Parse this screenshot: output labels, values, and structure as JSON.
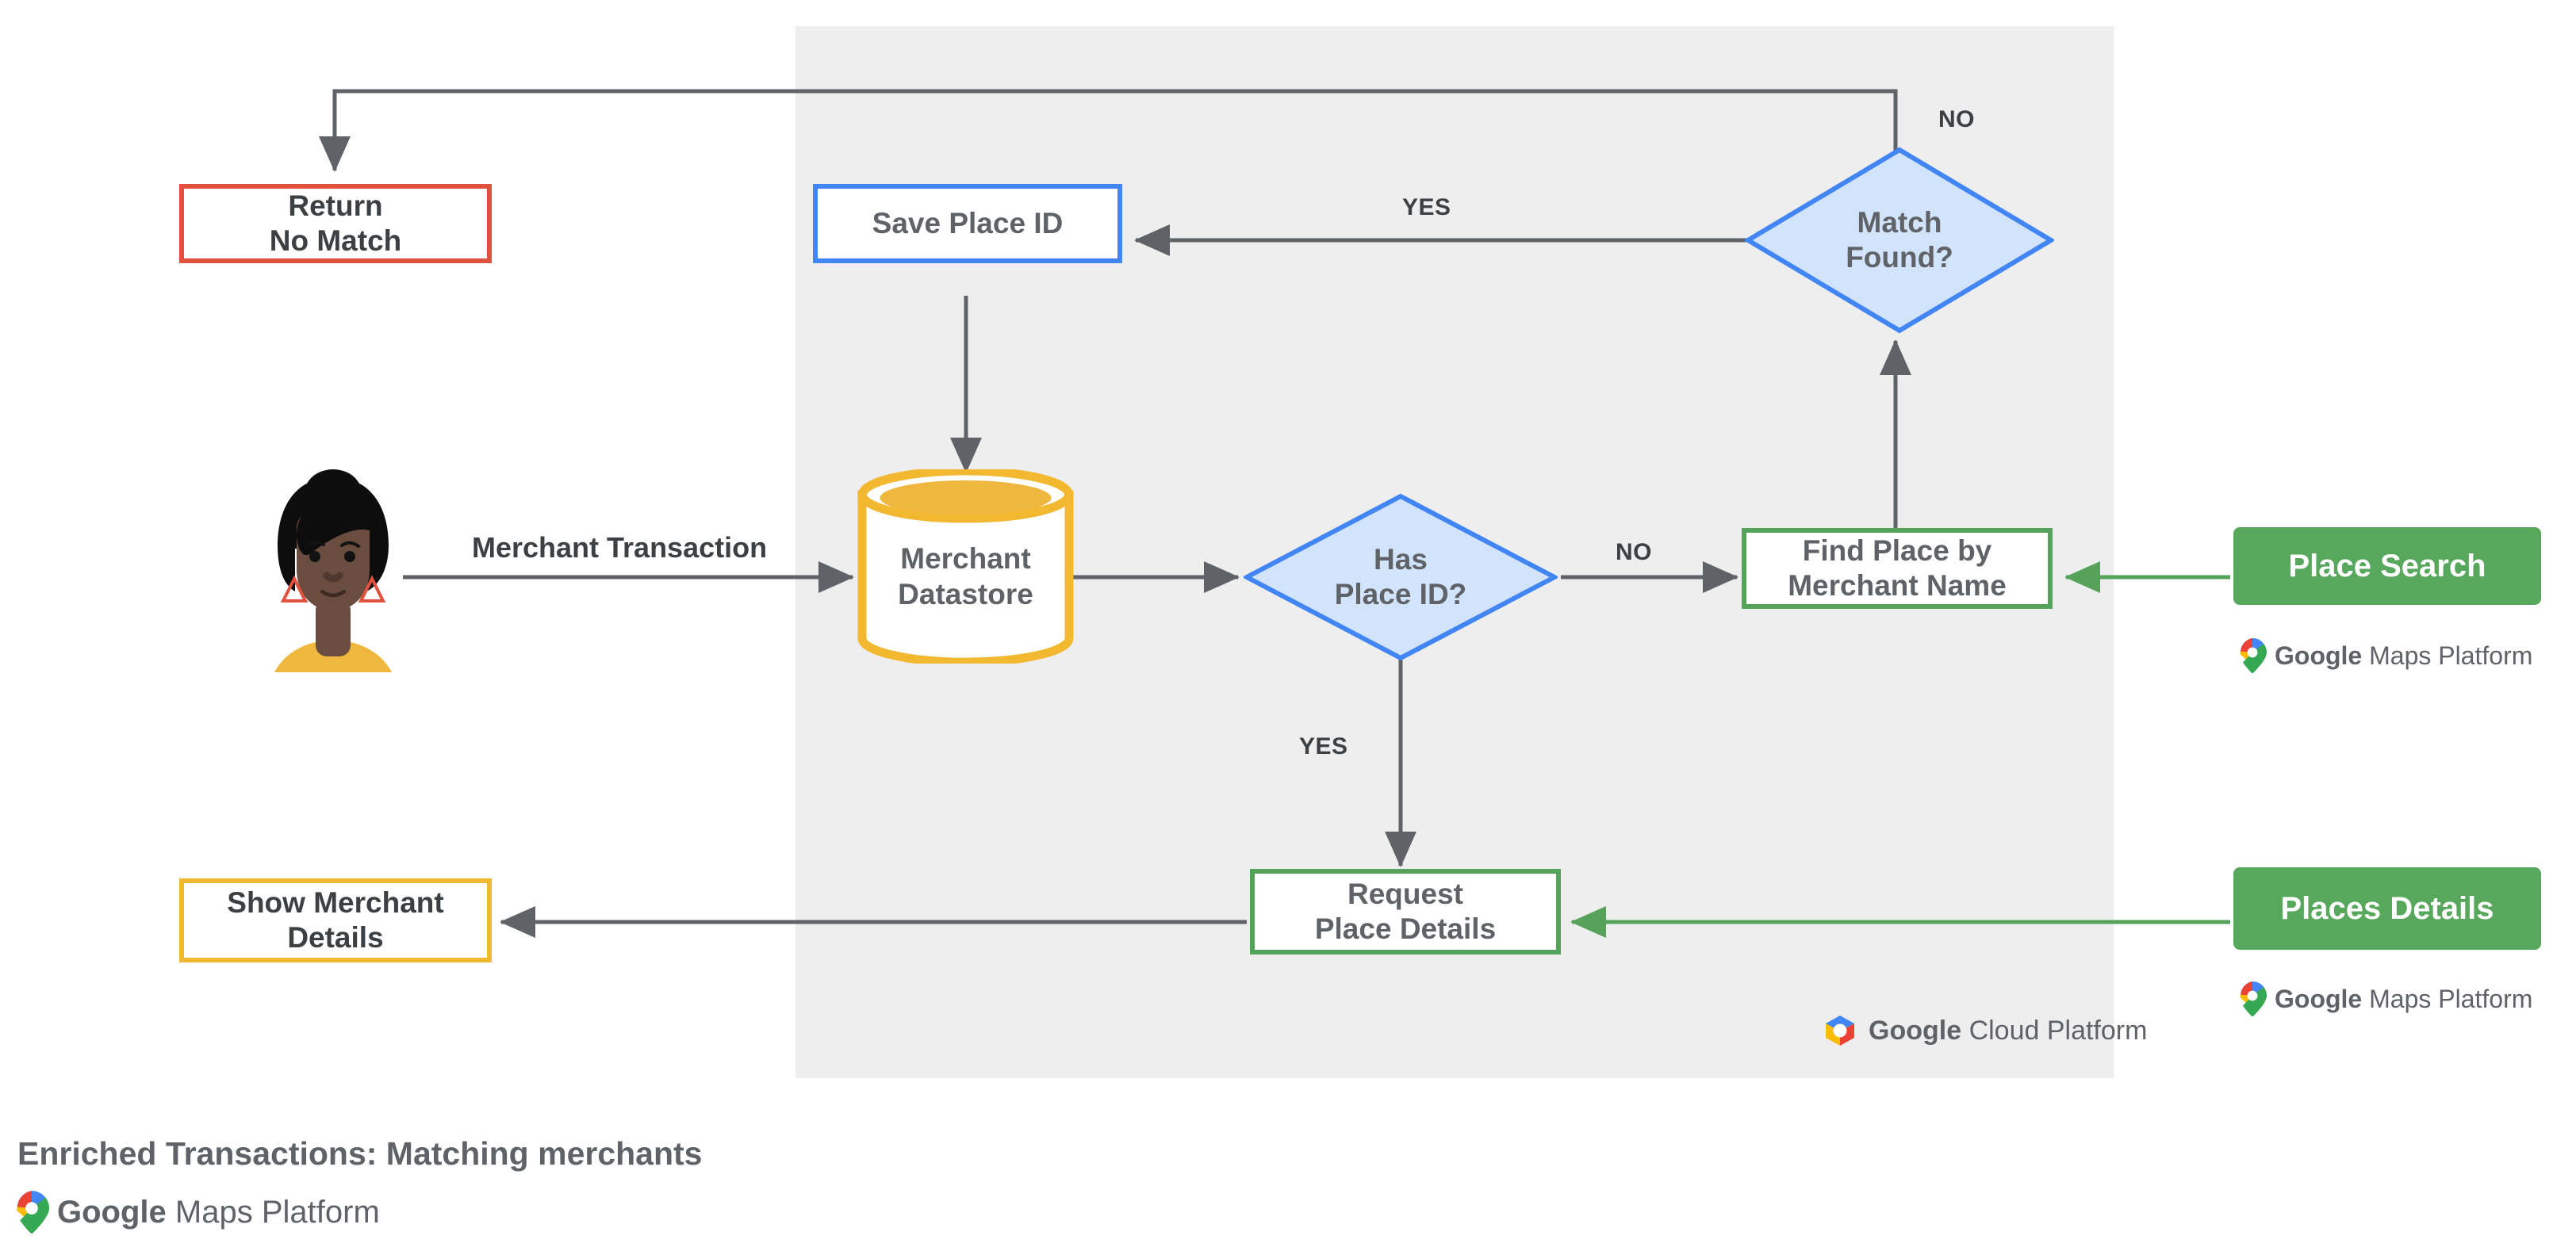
{
  "caption": {
    "title": "Enriched Transactions: Matching merchants",
    "logo": {
      "brand": "Google",
      "suffix": "Maps Platform",
      "icon": "google-maps-pin-icon"
    }
  },
  "platform_panel": {
    "footer_logo": {
      "brand": "Google",
      "suffix": "Cloud Platform",
      "icon": "google-cloud-hexagon-icon"
    }
  },
  "actor": {
    "icon": "user-avatar-illustration",
    "flow_label": "Merchant Transaction"
  },
  "nodes": {
    "return_no_match": {
      "label": "Return\nNo Match",
      "shape": "rect",
      "color": "#e0523e"
    },
    "save_place_id": {
      "label": "Save Place ID",
      "shape": "rect",
      "color": "#4285f4"
    },
    "match_found": {
      "label": "Match\nFound?",
      "shape": "diamond",
      "color": "#4285f4",
      "fill": "#d2e3fc"
    },
    "merchant_datastore": {
      "label": "Merchant\nDatastore",
      "shape": "cylinder",
      "color": "#f2b830"
    },
    "has_place_id": {
      "label": "Has\nPlace ID?",
      "shape": "diamond",
      "color": "#4285f4",
      "fill": "#d2e3fc"
    },
    "find_place_by_merchant_name": {
      "label": "Find Place by\nMerchant Name",
      "shape": "rect",
      "color": "#55a35b"
    },
    "request_place_details": {
      "label": "Request\nPlace Details",
      "shape": "rect",
      "color": "#55a35b"
    },
    "show_merchant_details": {
      "label": "Show Merchant\nDetails",
      "shape": "rect",
      "color": "#f2b830"
    }
  },
  "api_chips": [
    {
      "id": "place-search",
      "label": "Place Search",
      "color": "#57a75c",
      "logo": {
        "brand": "Google",
        "suffix": "Maps Platform",
        "icon": "google-maps-pin-icon"
      }
    },
    {
      "id": "places-details",
      "label": "Places Details",
      "color": "#57a75c",
      "logo": {
        "brand": "Google",
        "suffix": "Maps Platform",
        "icon": "google-maps-pin-icon"
      }
    }
  ],
  "edge_labels": {
    "match_found_no": "NO",
    "match_found_yes": "YES",
    "has_place_id_no": "NO",
    "has_place_id_yes": "YES"
  },
  "colors": {
    "panel_bg": "#eeeeee",
    "connector": "#5f6368",
    "green_connector": "#55a35b",
    "red": "#e0523e",
    "blue": "#4285f4",
    "blue_fill": "#d2e3fc",
    "green": "#55a35b",
    "yellow": "#f2b830",
    "text": "#5f6368"
  }
}
